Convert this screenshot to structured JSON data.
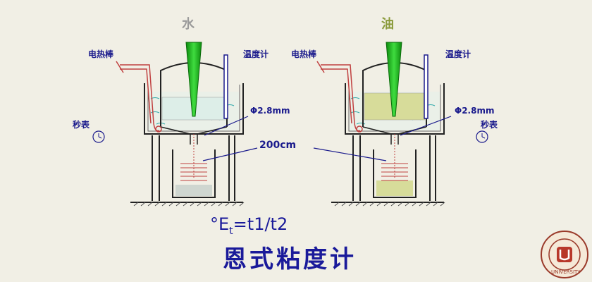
{
  "apparatus": {
    "left": {
      "header": "水",
      "heater_label": "电热棒",
      "thermometer_label": "温度计",
      "timer_label": "秒表"
    },
    "right": {
      "header": "油",
      "heater_label": "电热棒",
      "thermometer_label": "温度计",
      "timer_label": "秒表"
    },
    "orifice_left": "Φ2.8mm",
    "orifice_right": "Φ2.8mm",
    "volume": "200cm"
  },
  "formula": {
    "prefix": "°E",
    "subscript": "t",
    "expression": "=t1/t2"
  },
  "title": "恩式粘度计",
  "logo": {
    "name": "university-seal",
    "text": "UNIVERSITY"
  },
  "colors": {
    "background": "#f1efe5",
    "label_text": "#1a1a8c",
    "rod": "#22bb22",
    "water": "#ddeee8",
    "oil": "#d7dc9a",
    "heater": "#c04040",
    "header_left": "#9a9a9a",
    "header_right": "#8a9a3a"
  }
}
